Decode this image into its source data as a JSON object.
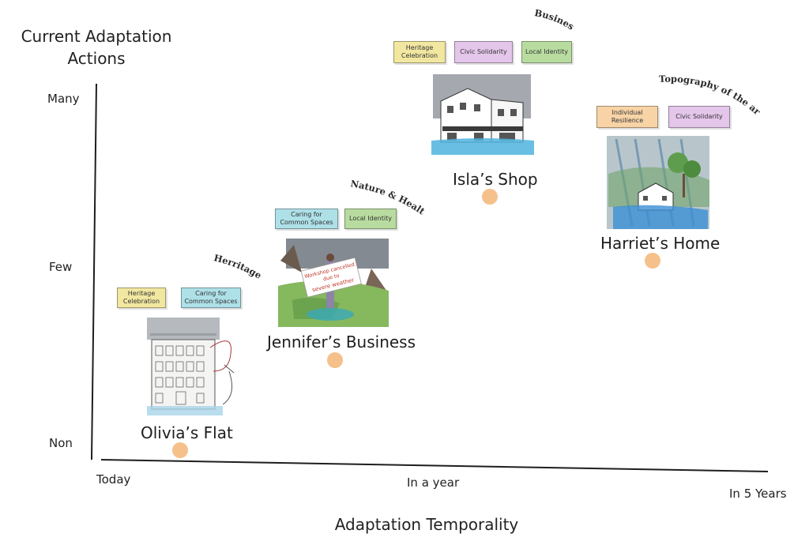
{
  "y_axis": {
    "title_line1": "Current Adaptation",
    "title_line2": "Actions",
    "ticks": [
      "Many",
      "Few",
      "Non"
    ]
  },
  "x_axis": {
    "title": "Adaptation Temporality",
    "ticks": [
      "Today",
      "In a year",
      "In 5 Years"
    ]
  },
  "places": [
    {
      "name": "Olivia’s Flat",
      "theme": "Herritage",
      "tags": [
        {
          "label": "Heritage Celebration",
          "color": "#f2e7a1"
        },
        {
          "label": "Caring for Common Spaces",
          "color": "#aee0e8"
        }
      ],
      "illustration": "building-icon"
    },
    {
      "name": "Jennifer’s Business",
      "theme": "Nature & Health",
      "tags": [
        {
          "label": "Caring for Common Spaces",
          "color": "#aee0e8"
        },
        {
          "label": "Local Identity",
          "color": "#b8dca0"
        }
      ],
      "sign_text_1": "Workshop cancelled",
      "sign_text_2": "due to",
      "sign_text_3": "severe weather",
      "illustration": "person-with-sign-icon"
    },
    {
      "name": "Isla’s Shop",
      "theme": "Business",
      "tags": [
        {
          "label": "Heritage Celebration",
          "color": "#f2e7a1"
        },
        {
          "label": "Civic Solidarity",
          "color": "#e4c6ea"
        },
        {
          "label": "Local Identity",
          "color": "#b8dca0"
        }
      ],
      "illustration": "shop-icon"
    },
    {
      "name": "Harriet’s Home",
      "theme": "Topography of the area",
      "tags": [
        {
          "label": "Individual Resilience",
          "color": "#f7d3a6"
        },
        {
          "label": "Civic Solidarity",
          "color": "#e4c6ea"
        }
      ],
      "illustration": "house-in-rain-icon"
    }
  ],
  "colors": {
    "dot": "#f6c08b",
    "axis": "#1e1e1e"
  }
}
